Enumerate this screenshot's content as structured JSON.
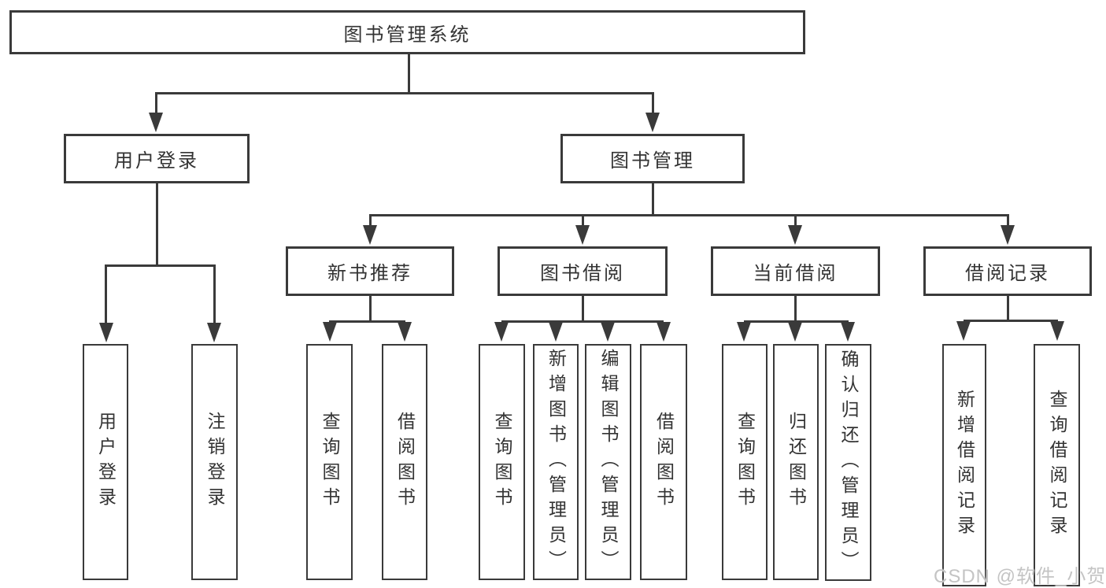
{
  "diagram": {
    "root": {
      "label": "图书管理系统"
    },
    "level2": [
      {
        "label": "用户登录"
      },
      {
        "label": "图书管理"
      }
    ],
    "level3": [
      {
        "label": "新书推荐"
      },
      {
        "label": "图书借阅"
      },
      {
        "label": "当前借阅"
      },
      {
        "label": "借阅记录"
      }
    ],
    "leaves": {
      "user": [
        {
          "label": "用户登录"
        },
        {
          "label": "注销登录"
        }
      ],
      "newbook": [
        {
          "label": "查询图书"
        },
        {
          "label": "借阅图书"
        }
      ],
      "borrow": [
        {
          "label": "查询图书"
        },
        {
          "label": "新增图书（管理员）"
        },
        {
          "label": "编辑图书（管理员）"
        },
        {
          "label": "借阅图书"
        }
      ],
      "current": [
        {
          "label": "查询图书"
        },
        {
          "label": "归还图书"
        },
        {
          "label": "确认归还（管理员）"
        }
      ],
      "records": [
        {
          "label": "新增借阅记录"
        },
        {
          "label": "查询借阅记录"
        }
      ]
    },
    "watermark": "CSDN @软件_小贺同学",
    "colors": {
      "box_border": "#3a3a3a",
      "text": "#333333",
      "watermark": "#c4c4c4",
      "background": "#ffffff"
    }
  }
}
